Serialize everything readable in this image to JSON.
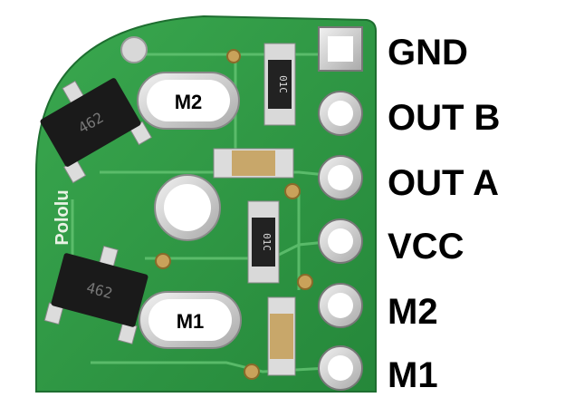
{
  "board": {
    "brand": "Pololu",
    "colors": {
      "pcb": "#2f9a45",
      "pcb_dark": "#1f7a34",
      "trace": "#5cc06a",
      "silk": "#e8f2e4",
      "pad": "#d9d9d9",
      "chip": "#1a1a1a"
    },
    "sensor_top_marking": "462",
    "sensor_bottom_marking": "462",
    "resistor_marking": "01C",
    "motor_pad_labels": [
      "M2",
      "M1"
    ]
  },
  "pins": [
    "GND",
    "OUT B",
    "OUT A",
    "VCC",
    "M2",
    "M1"
  ]
}
